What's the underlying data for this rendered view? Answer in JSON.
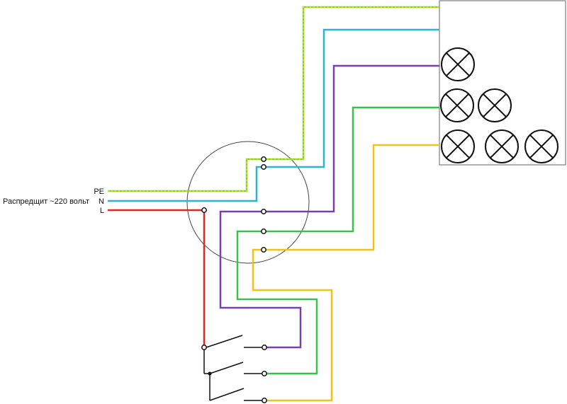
{
  "labels": {
    "source": "Распредщит ~220 вольт",
    "pe": "PE",
    "n": "N",
    "l": "L"
  },
  "colors": {
    "pe": "#8ad12a",
    "pe_dash": "#e8e800",
    "n": "#29b4d6",
    "l": "#e0281e",
    "purple": "#7b3fa8",
    "green": "#39c24a",
    "yellow": "#f2c21b",
    "outline": "#111111"
  },
  "icons": {
    "lamp": "lamp-icon",
    "junction_box": "junction-box-icon",
    "switch": "switch-icon"
  },
  "lamp_groups": [
    {
      "name": "group-1",
      "count": 1
    },
    {
      "name": "group-2",
      "count": 2
    },
    {
      "name": "group-3",
      "count": 3
    }
  ]
}
